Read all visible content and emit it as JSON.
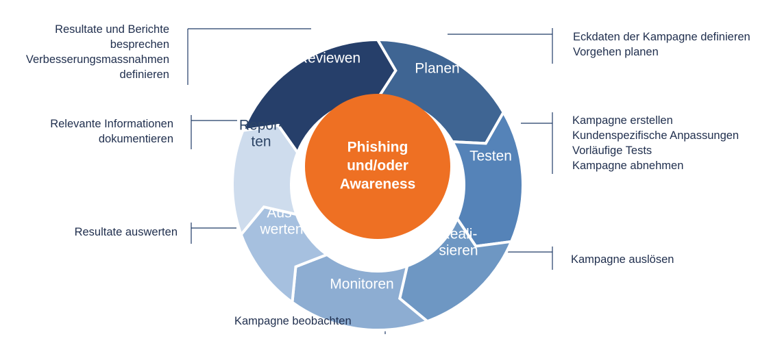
{
  "center": {
    "lines": [
      "Phishing",
      "und/oder",
      "Awareness"
    ],
    "color": "#ee7023"
  },
  "segments": [
    {
      "key": "reviewen",
      "lines": [
        "Reviewen"
      ],
      "color": "#263f6a",
      "text_color": "#ffffff"
    },
    {
      "key": "planen",
      "lines": [
        "Planen"
      ],
      "color": "#3f6593",
      "text_color": "#ffffff"
    },
    {
      "key": "testen",
      "lines": [
        "Testen"
      ],
      "color": "#5583b8",
      "text_color": "#ffffff"
    },
    {
      "key": "realisieren",
      "lines": [
        "Reali-",
        "sieren"
      ],
      "color": "#6e97c3",
      "text_color": "#ffffff"
    },
    {
      "key": "monitoren",
      "lines": [
        "Monitoren"
      ],
      "color": "#8dadd2",
      "text_color": "#ffffff"
    },
    {
      "key": "auswerten",
      "lines": [
        "Aus-",
        "werten"
      ],
      "color": "#a6c0df",
      "text_color": "#ffffff"
    },
    {
      "key": "reporten",
      "lines": [
        "Repor-",
        "ten"
      ],
      "color": "#cedced",
      "text_color": "#2d4566"
    }
  ],
  "notes": {
    "reviewen": [
      "Resultate und Berichte",
      "besprechen",
      "Verbesserungsmassnahmen",
      "definieren"
    ],
    "planen": [
      "Eckdaten der Kampagne definieren",
      "Vorgehen planen"
    ],
    "testen": [
      "Kampagne erstellen",
      "Kundenspezifische Anpassungen",
      "Vorläufige Tests",
      "Kampagne abnehmen"
    ],
    "realisieren": [
      "Kampagne auslösen"
    ],
    "monitoren": [
      "Kampagne beobachten"
    ],
    "auswerten": [
      "Resultate auswerten"
    ],
    "reporten": [
      "Relevante Informationen",
      "dokumentieren"
    ]
  },
  "colors": {
    "connector": "#1f3a66",
    "note_text": "#1f2e4d"
  }
}
